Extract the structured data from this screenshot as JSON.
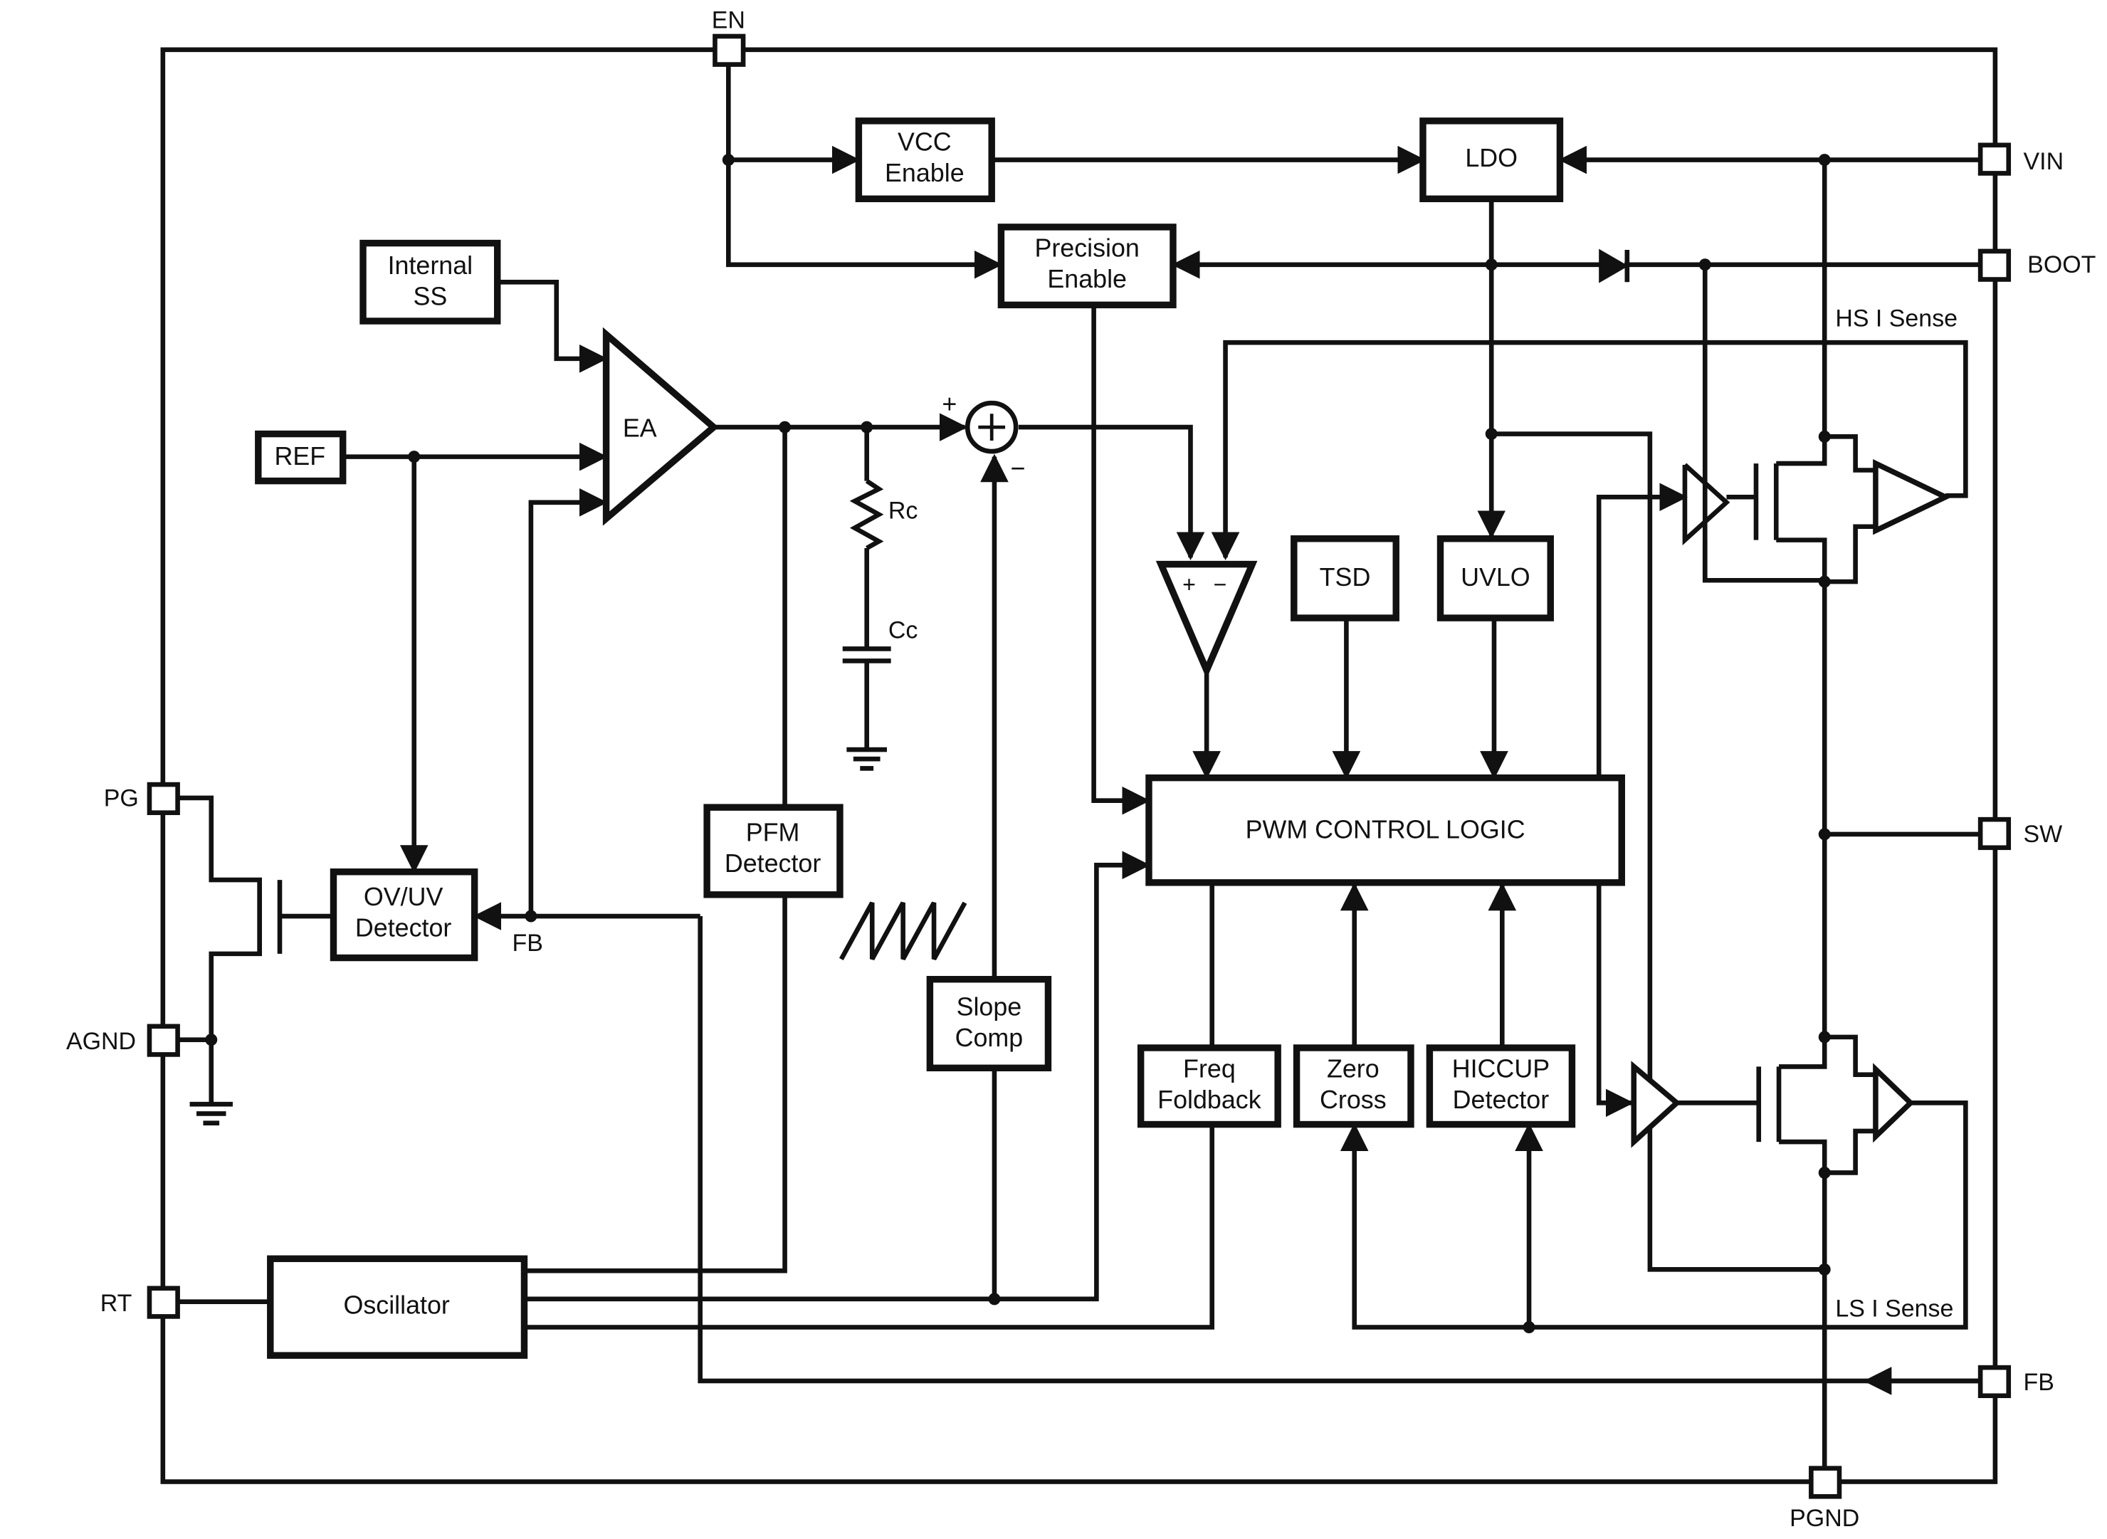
{
  "pins": {
    "en": "EN",
    "vin": "VIN",
    "boot": "BOOT",
    "sw": "SW",
    "fb_right": "FB",
    "pgnd": "PGND",
    "pg": "PG",
    "agnd": "AGND",
    "rt": "RT"
  },
  "blocks": {
    "vcc_enable": [
      "VCC",
      "Enable"
    ],
    "ldo": [
      "LDO"
    ],
    "precision_enable": [
      "Precision",
      "Enable"
    ],
    "internal_ss": [
      "Internal",
      "SS"
    ],
    "ref": [
      "REF"
    ],
    "ea": [
      "EA"
    ],
    "tsd": [
      "TSD"
    ],
    "uvlo": [
      "UVLO"
    ],
    "pwm_control_logic": [
      "PWM CONTROL LOGIC"
    ],
    "pfm_detector": [
      "PFM",
      "Detector"
    ],
    "ov_uv_detector": [
      "OV/UV",
      "Detector"
    ],
    "slope_comp": [
      "Slope",
      "Comp"
    ],
    "freq_foldback": [
      "Freq",
      "Foldback"
    ],
    "zero_cross": [
      "Zero",
      "Cross"
    ],
    "hiccup_detector": [
      "HICCUP",
      "Detector"
    ],
    "oscillator": [
      "Oscillator"
    ]
  },
  "labels": {
    "rc": "Rc",
    "cc": "Cc",
    "fb_node": "FB",
    "hs_i_sense": "HS I Sense",
    "ls_i_sense": "LS I Sense",
    "sum_plus": "+",
    "sum_minus": "−",
    "comp_plus": "+",
    "comp_minus": "−"
  }
}
